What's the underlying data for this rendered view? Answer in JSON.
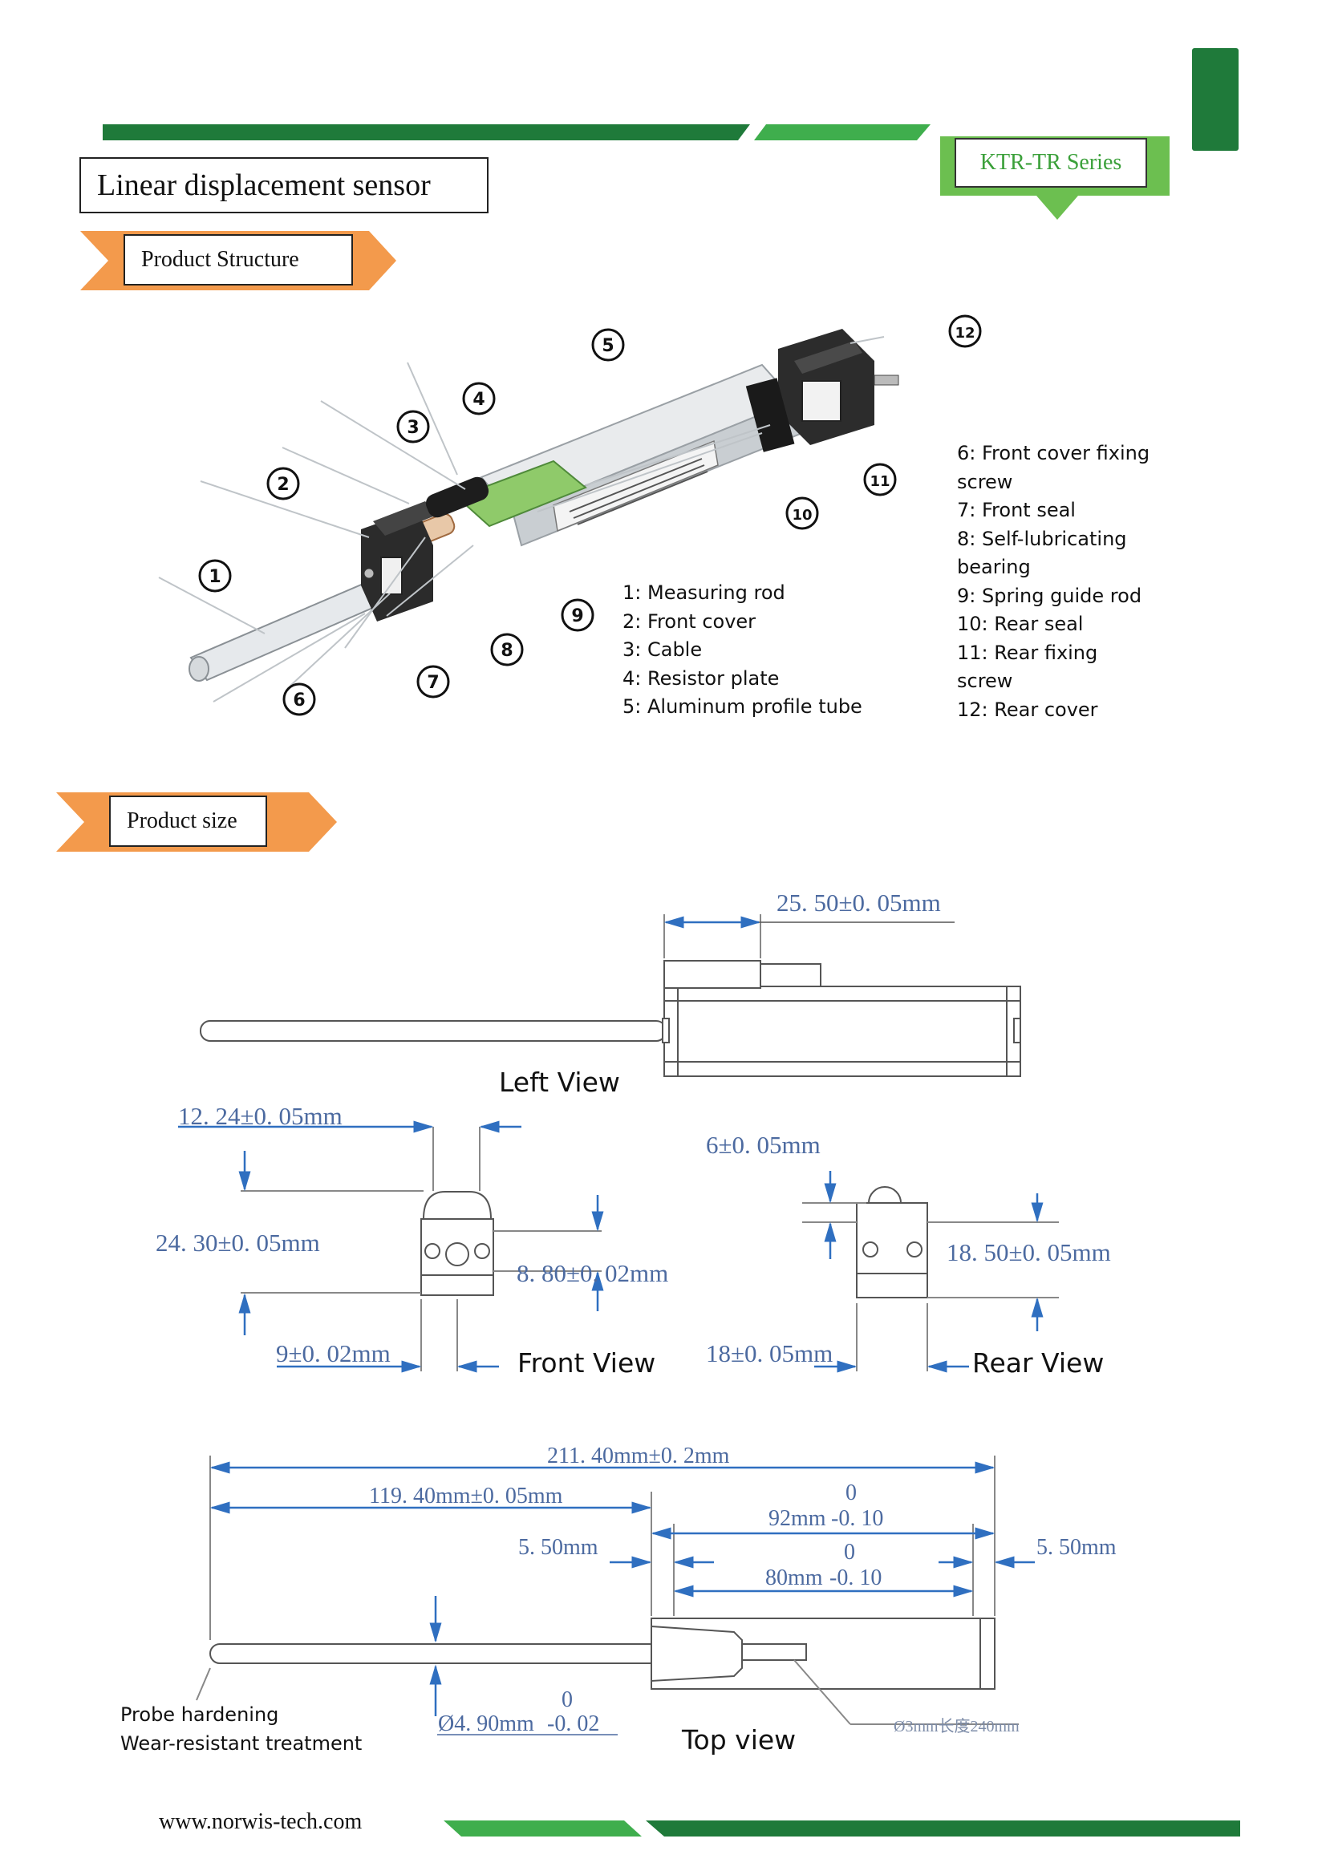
{
  "header": {
    "title": "Linear displacement sensor",
    "series": "KTR-TR Series"
  },
  "sections": {
    "structure": "Product Structure",
    "size": "Product size"
  },
  "callouts": [
    "1",
    "2",
    "3",
    "4",
    "5",
    "6",
    "7",
    "8",
    "9",
    "10",
    "11",
    "12"
  ],
  "parts_left": [
    "1: Measuring rod",
    "2: Front cover",
    "3: Cable",
    "4: Resistor plate",
    "5: Aluminum profile tube"
  ],
  "parts_right": [
    "6: Front cover fixing",
    "screw",
    "7: Front seal",
    "8: Self-lubricating",
    "bearing",
    "9: Spring guide rod",
    "10: Rear seal",
    "11: Rear fixing",
    "screw",
    "12: Rear cover"
  ],
  "views": {
    "left": "Left View",
    "front": "Front View",
    "rear": "Rear View",
    "top": "Top view"
  },
  "dimensions": {
    "left_width": "25. 50±0. 05mm",
    "front_width": "12. 24±0. 05mm",
    "front_height": "24. 30±0. 05mm",
    "front_hole": "8. 80±0. 02mm",
    "front_bottom": "9±0. 02mm",
    "rear_width": "6±0. 05mm",
    "rear_height": "18. 50±0. 05mm",
    "rear_bottom": "18±0. 05mm",
    "total_length": "211. 40mm±0. 2mm",
    "rod_length": "119. 40mm±0. 05mm",
    "body_92": "92mm",
    "body_92_tol_upper": "0",
    "body_92_tol_lower": "-0. 10",
    "body_80": "80mm",
    "body_80_tol_upper": "0",
    "body_80_tol_lower": "-0. 10",
    "offset_left": "5. 50mm",
    "offset_right": "5. 50mm",
    "rod_diameter": "Ø4. 90mm",
    "rod_tol_upper": "0",
    "rod_tol_lower": "-0. 02",
    "cable": "Ø3mm长度240mm"
  },
  "notes": {
    "probe_line1": "Probe hardening",
    "probe_line2": "Wear-resistant treatment"
  },
  "footer": {
    "url": "www.norwis-tech.com"
  },
  "colors": {
    "green_dark": "#1f7a3a",
    "green_light": "#3fae4d",
    "orange": "#f39a4c",
    "dim_blue": "#4c6aa0",
    "arrow_blue": "#2f6fc0"
  }
}
